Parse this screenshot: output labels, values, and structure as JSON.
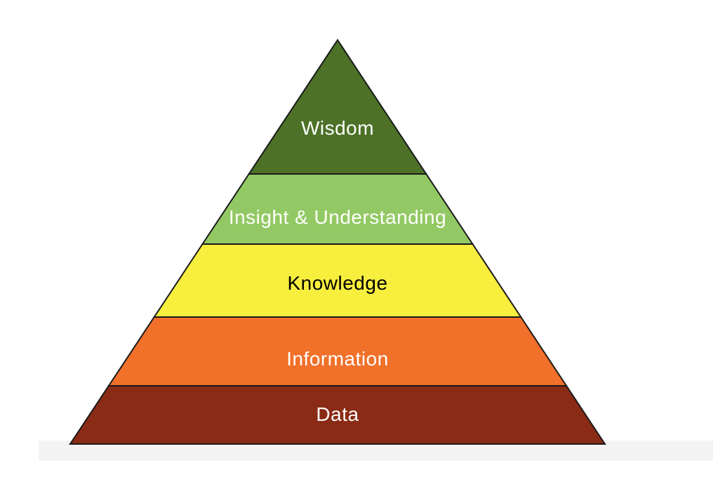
{
  "diagram": {
    "outline_color": "#1a1a1a",
    "layers": [
      {
        "label": "Wisdom",
        "color": "#4c7127",
        "text_color": "#ffffff"
      },
      {
        "label": "Insight & Understanding",
        "color": "#93c964",
        "text_color": "#ffffff"
      },
      {
        "label": "Knowledge",
        "color": "#f7ee3e",
        "text_color": "#000000"
      },
      {
        "label": "Information",
        "color": "#f1702a",
        "text_color": "#ffffff"
      },
      {
        "label": "Data",
        "color": "#8a2b15",
        "text_color": "#ffffff"
      }
    ]
  }
}
